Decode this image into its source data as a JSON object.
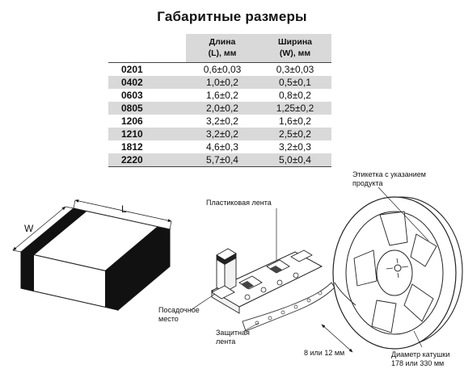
{
  "title": "Габаритные размеры",
  "table": {
    "headers": [
      {
        "line1": "Длина",
        "line2": "(L), мм"
      },
      {
        "line1": "Ширина",
        "line2": "(W), мм"
      }
    ],
    "rows": [
      {
        "code": "0201",
        "length": "0,6±0,03",
        "width": "0,3±0,03"
      },
      {
        "code": "0402",
        "length": "1,0±0,2",
        "width": "0,5±0,1"
      },
      {
        "code": "0603",
        "length": "1,6±0,2",
        "width": "0,8±0,2"
      },
      {
        "code": "0805",
        "length": "2,0±0,2",
        "width": "1,25±0,2"
      },
      {
        "code": "1206",
        "length": "3,2±0,2",
        "width": "1,6±0,2"
      },
      {
        "code": "1210",
        "length": "3,2±0,2",
        "width": "2,5±0,2"
      },
      {
        "code": "1812",
        "length": "4,6±0,3",
        "width": "3,2±0,3"
      },
      {
        "code": "2220",
        "length": "5,7±0,4",
        "width": "5,0±0,4"
      }
    ]
  },
  "diagram": {
    "chip": {
      "label_l": "L",
      "label_w": "W"
    },
    "tape": {
      "plastic_tape": "Пластиковая лента",
      "seat_line1": "Посадочное",
      "seat_line2": "место",
      "protective_line1": "Защитная",
      "protective_line2": "лента",
      "width": "8 или 12 мм"
    },
    "reel": {
      "label_line1": "Этикетка с указанием",
      "label_line2": "продукта",
      "diameter_line1": "Диаметр катушки",
      "diameter_line2": "178 или 330 мм"
    }
  }
}
